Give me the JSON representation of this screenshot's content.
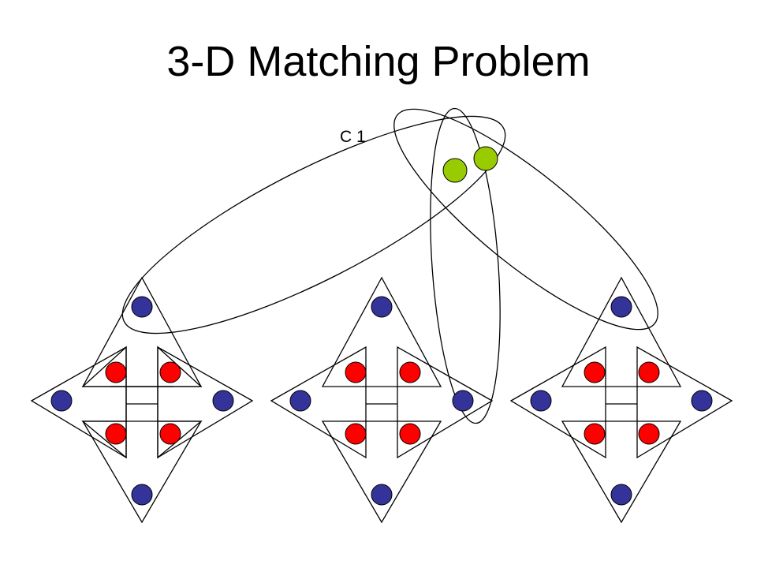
{
  "slide": {
    "title": "3-D Matching Problem"
  },
  "diagram": {
    "clause_label": "C 1",
    "colors": {
      "outline": "#000000",
      "outer_node": "#333399",
      "inner_node": "#ff0000",
      "clause_node": "#99cc00"
    },
    "gadget_count": 3,
    "nodes_per_gadget": {
      "outer": 4,
      "inner": 4
    },
    "clause_node_count": 2
  }
}
